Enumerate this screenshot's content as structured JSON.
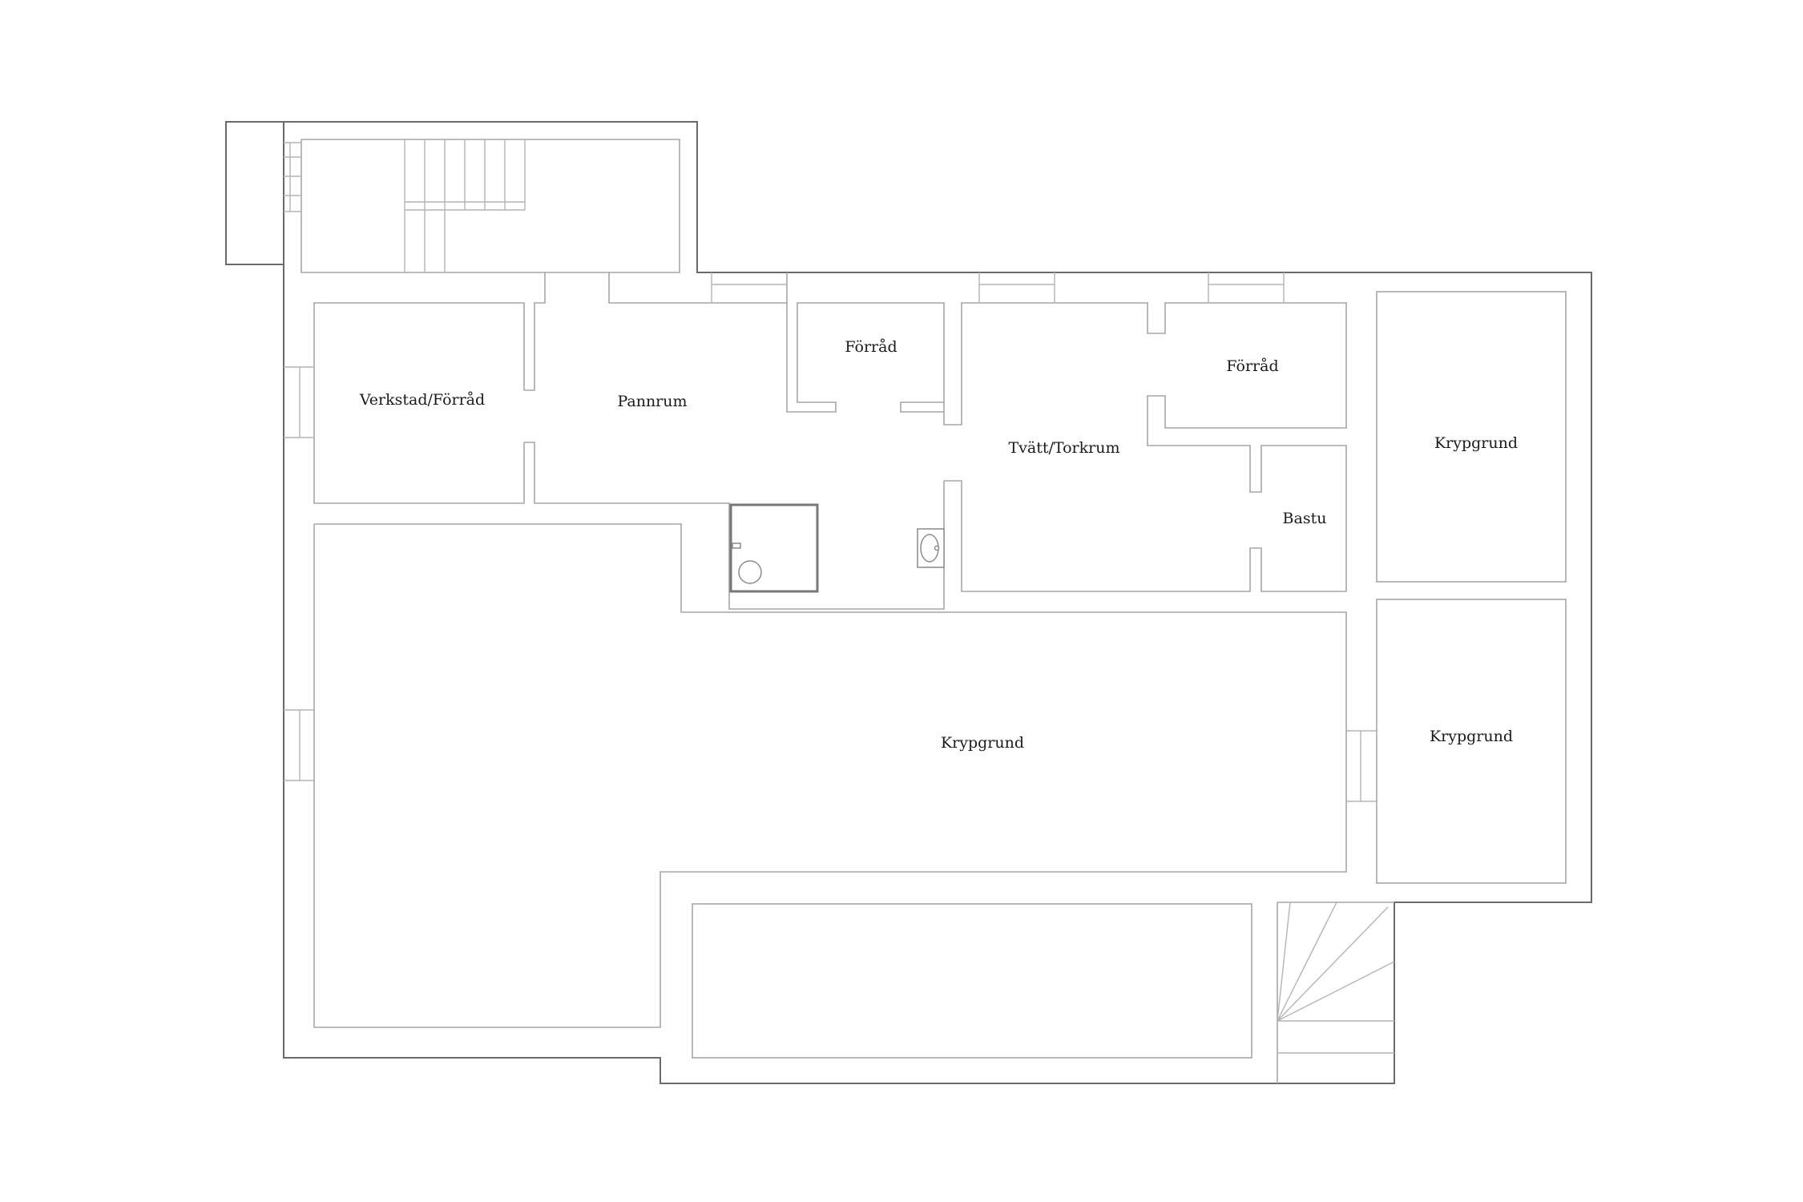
{
  "floorplan": {
    "rooms": {
      "verkstad": {
        "label": "Verkstad/Förråd"
      },
      "pannrum": {
        "label": "Pannrum"
      },
      "forrad_1": {
        "label": "Förråd"
      },
      "forrad_2": {
        "label": "Förråd"
      },
      "tvatt": {
        "label": "Tvätt/Torkrum"
      },
      "bastu": {
        "label": "Bastu"
      },
      "krypgrund_main": {
        "label": "Krypgrund"
      },
      "krypgrund_right_top": {
        "label": "Krypgrund"
      },
      "krypgrund_right_bottom": {
        "label": "Krypgrund"
      }
    },
    "colors": {
      "outer_wall": "#6a6a6a",
      "inner_wall": "#a6a6a6",
      "label_text": "#1a1a1a"
    }
  }
}
